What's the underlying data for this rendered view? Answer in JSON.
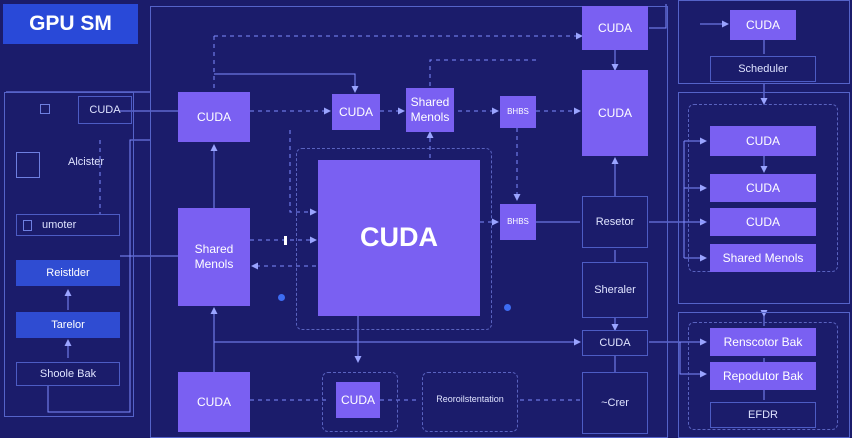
{
  "title": "GPU SM",
  "blocks": {
    "cuda_main": "CUDA",
    "cuda_a": "CUDA",
    "cuda_b": "CUDA",
    "shared_top": "Shared\nMenols",
    "shared_left": "Shared\nMenols",
    "bhbs_top": "BHBS",
    "bhbs_mid": "BHBS",
    "cuda_top_right": "CUDA",
    "cuda_mid_right": "CUDA",
    "cuda_bottom_left": "CUDA",
    "cuda_bottom_center": "CUDA",
    "resistor": "Resetor",
    "sheraler": "Sheraler",
    "cuda_small": "CUDA",
    "crer": "~Crer",
    "reoroilstentation": "Reoroilstentation"
  },
  "left_panel": {
    "cuda": "CUDA",
    "alcister": "Alcister",
    "umoter": "umoter",
    "reistlder": "Reistlder",
    "tarelor": "Tarelor",
    "shoole_bak": "Shoole Bak"
  },
  "right_panel": {
    "cuda_top": "CUDA",
    "scheduler": "Scheduler",
    "cuda_1": "CUDA",
    "cuda_2": "CUDA",
    "cuda_3": "CUDA",
    "shared_menols": "Shared Menols",
    "renscotor_bak": "Renscotor Bak",
    "repodutor_bak": "Repodutor Bak",
    "efdr": "EFDR"
  },
  "colors": {
    "background": "#1b1c6b",
    "block": "#7a60f2",
    "accent_blue": "#2f4cd2",
    "wire": "#7f8bff"
  }
}
